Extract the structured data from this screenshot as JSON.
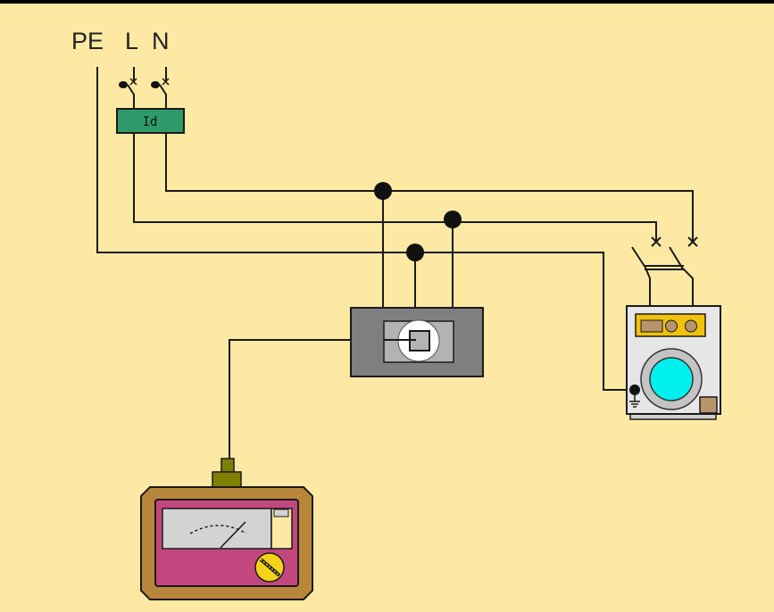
{
  "labels": {
    "pe": "PE",
    "l": "L",
    "n": "N",
    "rcd": "Id"
  },
  "colors": {
    "background": "#fde9a3",
    "wire": "#1a1a1a",
    "rcd": "#2e9a6a",
    "socket_outer": "#7f7f7f",
    "socket_inner": "#b3b3b3",
    "meter_case": "#b8863b",
    "meter_face": "#c2477f",
    "meter_screen": "#d3d3d3",
    "probe_connector": "#7f7f00",
    "knob": "#f5d21a",
    "washer_body": "#e6e6e6",
    "washer_panel": "#f0c20a",
    "washer_drum": "#00f0f0"
  }
}
